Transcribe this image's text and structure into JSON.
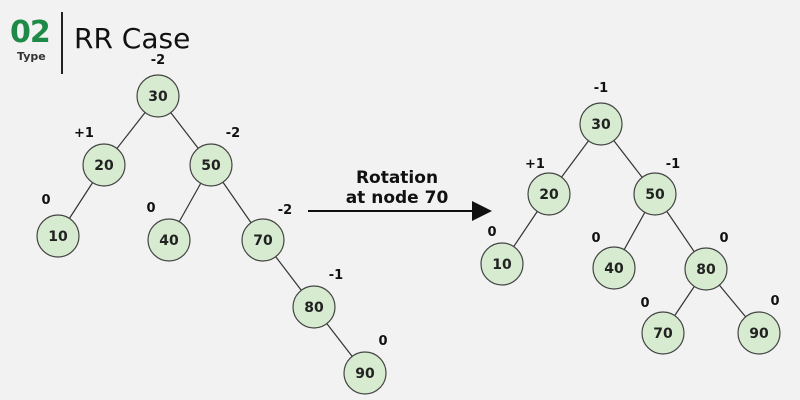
{
  "header": {
    "number": "02",
    "type_label": "Type",
    "title": "RR Case"
  },
  "rotation": {
    "line1": "Rotation",
    "line2": "at node 70"
  },
  "colors": {
    "accent": "#1e8a47",
    "node_fill": "#d6ebcf"
  },
  "before_tree": {
    "nodes": [
      {
        "id": "b30",
        "value": "30",
        "bf": "-2"
      },
      {
        "id": "b20",
        "value": "20",
        "bf": "+1"
      },
      {
        "id": "b50",
        "value": "50",
        "bf": "-2"
      },
      {
        "id": "b10",
        "value": "10",
        "bf": "0"
      },
      {
        "id": "b40",
        "value": "40",
        "bf": "0"
      },
      {
        "id": "b70",
        "value": "70",
        "bf": "-2"
      },
      {
        "id": "b80",
        "value": "80",
        "bf": "-1"
      },
      {
        "id": "b90",
        "value": "90",
        "bf": "0"
      }
    ],
    "edges": [
      [
        "b30",
        "b20"
      ],
      [
        "b30",
        "b50"
      ],
      [
        "b20",
        "b10"
      ],
      [
        "b50",
        "b40"
      ],
      [
        "b50",
        "b70"
      ],
      [
        "b70",
        "b80"
      ],
      [
        "b80",
        "b90"
      ]
    ]
  },
  "after_tree": {
    "nodes": [
      {
        "id": "a30",
        "value": "30",
        "bf": "-1"
      },
      {
        "id": "a20",
        "value": "20",
        "bf": "+1"
      },
      {
        "id": "a50",
        "value": "50",
        "bf": "-1"
      },
      {
        "id": "a10",
        "value": "10",
        "bf": "0"
      },
      {
        "id": "a40",
        "value": "40",
        "bf": "0"
      },
      {
        "id": "a80",
        "value": "80",
        "bf": "0"
      },
      {
        "id": "a70",
        "value": "70",
        "bf": "0"
      },
      {
        "id": "a90",
        "value": "90",
        "bf": "0"
      }
    ],
    "edges": [
      [
        "a30",
        "a20"
      ],
      [
        "a30",
        "a50"
      ],
      [
        "a20",
        "a10"
      ],
      [
        "a50",
        "a40"
      ],
      [
        "a50",
        "a80"
      ],
      [
        "a80",
        "a70"
      ],
      [
        "a80",
        "a90"
      ]
    ]
  }
}
